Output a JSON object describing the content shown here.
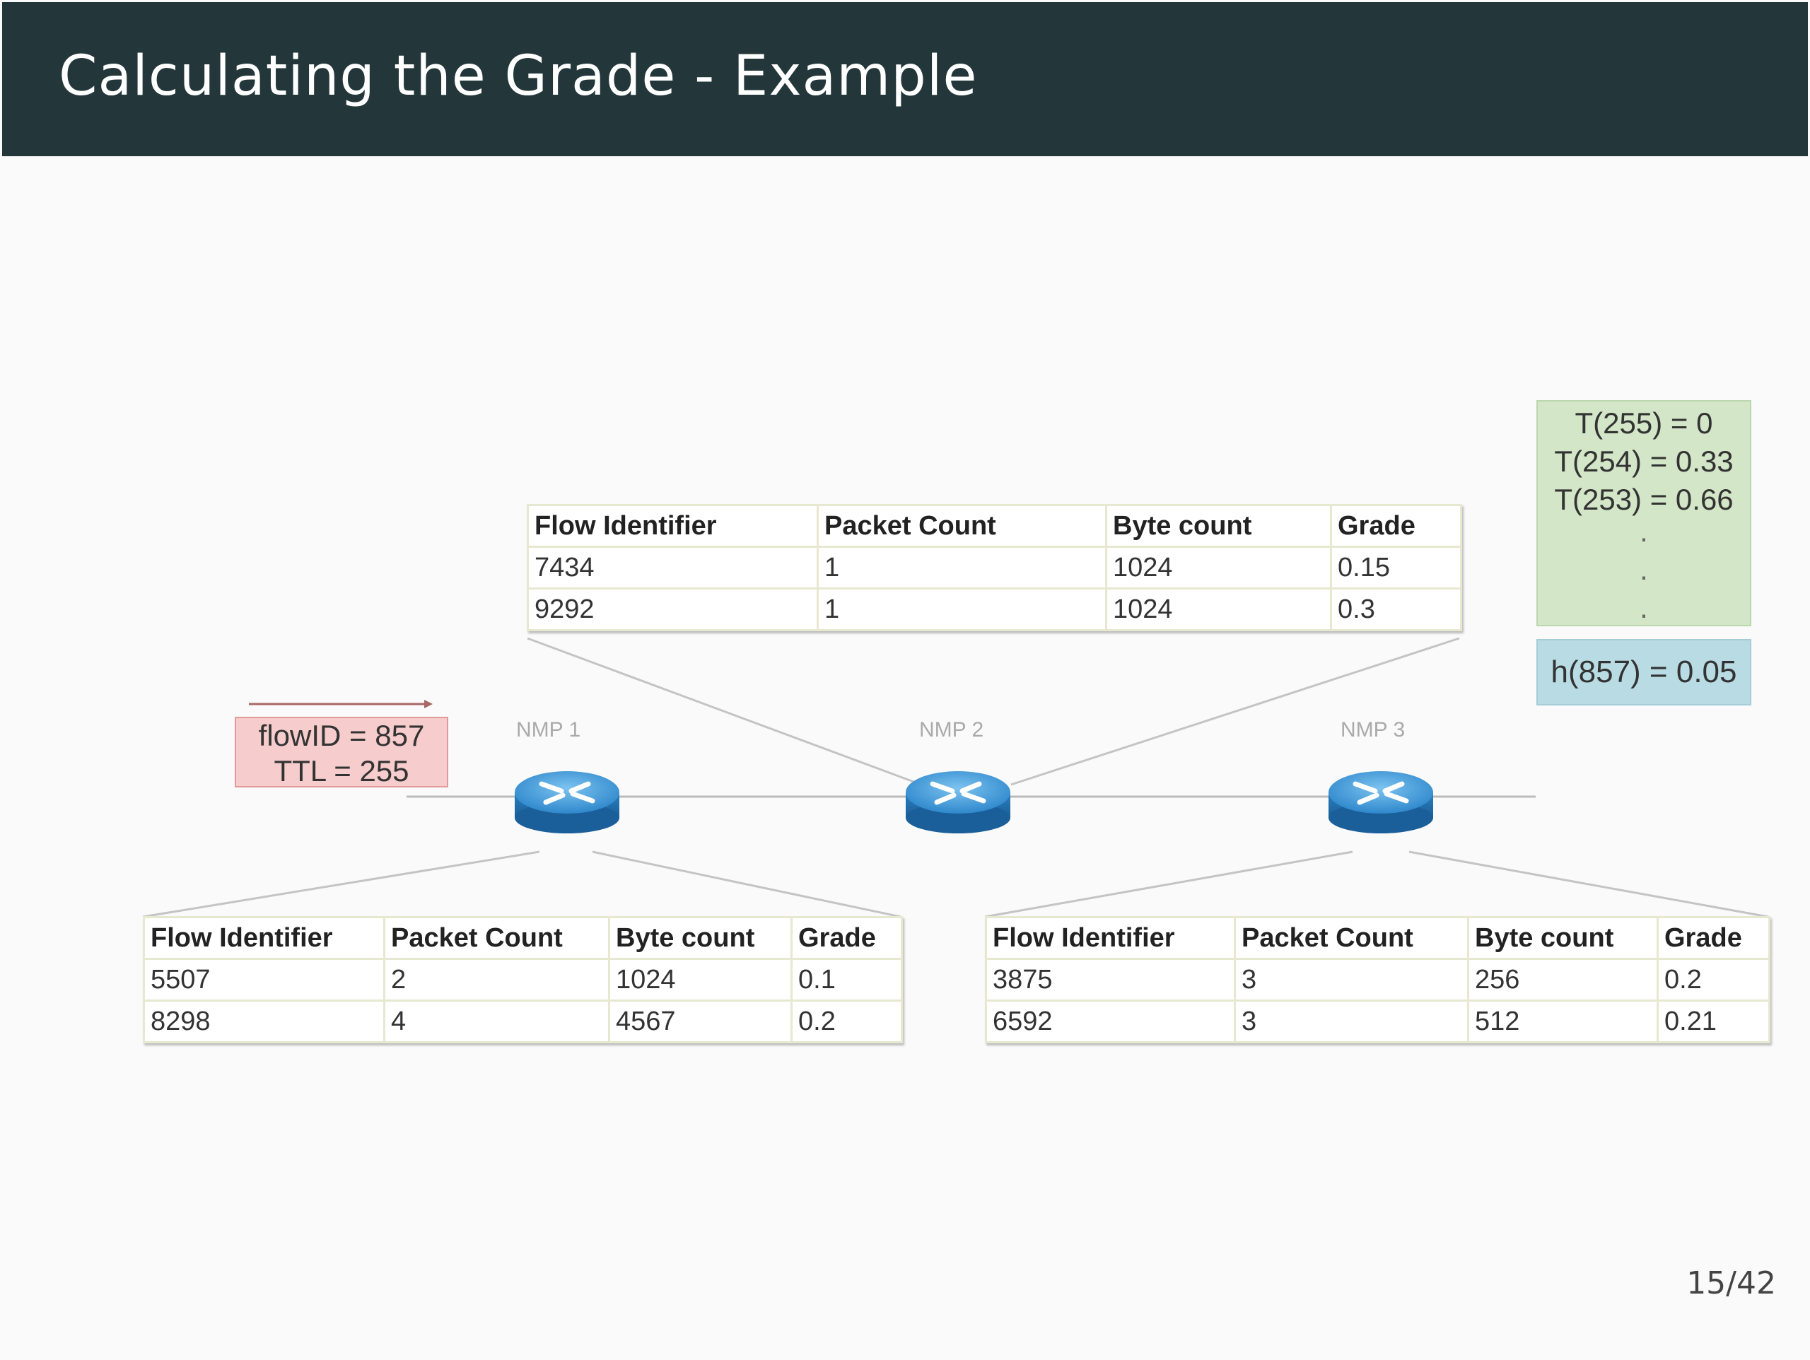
{
  "slide": {
    "title": "Calculating the Grade - Example",
    "page_number": "15/42"
  },
  "packet": {
    "flow_line": "flowID = 857",
    "ttl_line": "TTL = 255"
  },
  "nodes": [
    {
      "label": "NMP 1"
    },
    {
      "label": "NMP 2"
    },
    {
      "label": "NMP 3"
    }
  ],
  "ttl_table": [
    "T(255) = 0",
    "T(254) = 0.33",
    "T(253) = 0.66"
  ],
  "hash_value": "h(857) = 0.05",
  "tables": {
    "nmp2": {
      "headers": [
        "Flow Identifier",
        "Packet Count",
        "Byte count",
        "Grade"
      ],
      "rows": [
        [
          "7434",
          "1",
          "1024",
          "0.15"
        ],
        [
          "9292",
          "1",
          "1024",
          "0.3"
        ]
      ]
    },
    "nmp1": {
      "headers": [
        "Flow Identifier",
        "Packet Count",
        "Byte count",
        "Grade"
      ],
      "rows": [
        [
          "5507",
          "2",
          "1024",
          "0.1"
        ],
        [
          "8298",
          "4",
          "4567",
          "0.2"
        ]
      ]
    },
    "nmp3": {
      "headers": [
        "Flow Identifier",
        "Packet Count",
        "Byte count",
        "Grade"
      ],
      "rows": [
        [
          "3875",
          "3",
          "256",
          "0.2"
        ],
        [
          "6592",
          "3",
          "512",
          "0.21"
        ]
      ]
    }
  },
  "colors": {
    "header_bg": "#23373b",
    "router_blue": "#3b9ad8",
    "packet_box": "#f6cccc",
    "ttl_box": "#d3e6c7",
    "hash_box": "#b8dbe4"
  },
  "icons": {
    "router": "router-icon",
    "arrow": "arrow-right-icon"
  }
}
